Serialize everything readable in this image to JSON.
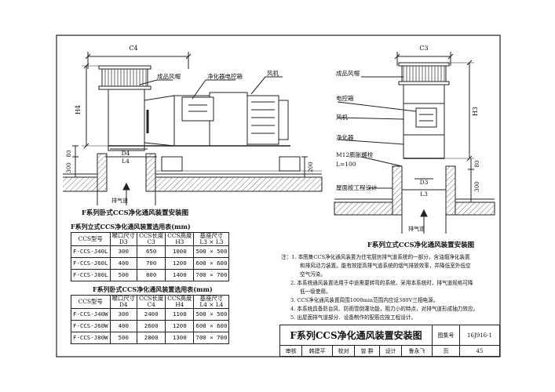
{
  "left_view": {
    "dims": {
      "c4": "C4",
      "h4": "H4",
      "d4": "D4",
      "l4": "L4",
      "d80": "80",
      "d300": "300",
      "d200": "200"
    },
    "labels": {
      "hood": "成品风帽",
      "control_box": "净化器电控箱",
      "fan": "风机",
      "exhaust": "排气道"
    },
    "caption": "F系列卧式CCS净化通风装置安装图"
  },
  "right_view": {
    "dims": {
      "c3": "C3",
      "h3": "H3",
      "d3": "D3",
      "l3": "L3",
      "d80": "80",
      "d300": "300"
    },
    "labels": {
      "hood": "成品风帽",
      "control_box": "电控箱",
      "fan": "风机",
      "purifier": "净化器",
      "bolt": "M12膨胀螺栓",
      "bolt2": "L=100",
      "roof": "屋面按工程设计",
      "exhaust": "排气道"
    },
    "caption": "F系列立式CCS净化通风装置安装图"
  },
  "table_l": {
    "title": "F系列立式CCS净化通风装置选用表(mm)",
    "headers": [
      [
        "CCS型号"
      ],
      [
        "喉口尺寸",
        "D3"
      ],
      [
        "CCS长度",
        "C3"
      ],
      [
        "CCS高度",
        "H3"
      ],
      [
        "基座尺寸",
        "L3 × L3"
      ]
    ],
    "rows": [
      [
        "F-CCS-J40L",
        "300",
        "650",
        "1000",
        "500 × 500"
      ],
      [
        "F-CCS-J60L",
        "400",
        "700",
        "1200",
        "600 × 600"
      ],
      [
        "F-CCS-J80L",
        "500",
        "800",
        "1400",
        "700 × 700"
      ]
    ]
  },
  "table_w": {
    "title": "F系列卧式CCS净化通风装置选用表(mm)",
    "headers": [
      [
        "CCS型号"
      ],
      [
        "喉口尺寸",
        "D4"
      ],
      [
        "CCS长度",
        "C4"
      ],
      [
        "CCS高度",
        "H4"
      ],
      [
        "基座尺寸",
        "L4 × L4"
      ]
    ],
    "rows": [
      [
        "F-CCS-J40W",
        "300",
        "2400",
        "1100",
        "500 × 500"
      ],
      [
        "F-CCS-J60W",
        "400",
        "2600",
        "1200",
        "600 × 600"
      ],
      [
        "F-CCS-J80W",
        "500",
        "2800",
        "1300",
        "700 × 700"
      ]
    ]
  },
  "notes": [
    "注：1. 本图集CCS净化通风装置为住宅厨房排气道系统的一部分，含油烟净化装置",
    "和排风动力装置。能有效提高排气道系统的烟气排放效率，并降低室外低空",
    "空气污染。",
    "2. 本系统通风装置适用于中途需要转弯的系统，采用本系统时，排气道规格可降",
    "低一级使用。",
    "3. CCS净化通风装置周围1000mm范围内应设380V三相电源。",
    "4. 本系统具备防台风、防雨雪倒灌功能，阻力小的特点，对排气道形成抽力效应。",
    "5. 出屋面排气道部分、设备制作的配筋应按工程设计。"
  ],
  "title_block": {
    "title": "F系列CCS净化通风装置安装图",
    "atlas_label": "图集号",
    "atlas_no": "16J916-1",
    "review_label": "审核",
    "reviewer": "韩建平",
    "check_label": "校对",
    "checker": "曾 群",
    "design_label": "设计",
    "designer": "鲁永飞",
    "page_label": "页",
    "page_no": "45"
  }
}
